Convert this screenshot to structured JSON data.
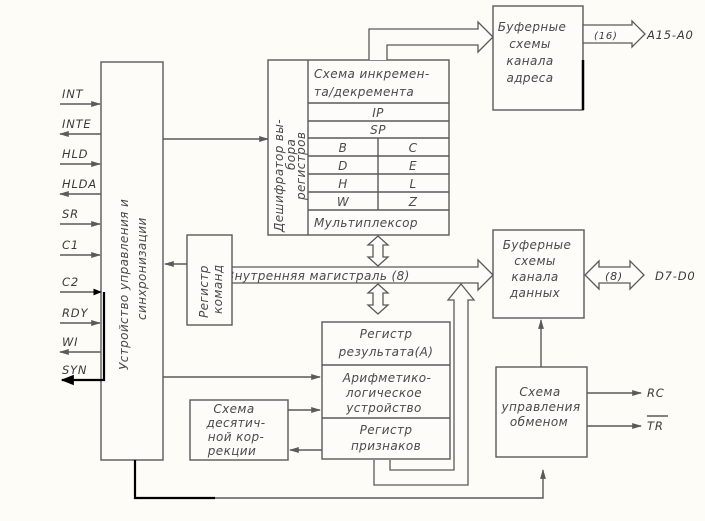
{
  "colors": {
    "line": "#5a5a5a",
    "text": "#4a4a4a",
    "paper": "#fefcf6",
    "highlight": "#000000"
  },
  "control_unit": {
    "label_line1": "Устройство управления и",
    "label_line2": "синхронизации",
    "inputs": [
      {
        "name": "INT",
        "direction": "in"
      },
      {
        "name": "INTE",
        "direction": "out"
      },
      {
        "name": "HLD",
        "direction": "in"
      },
      {
        "name": "HLDA",
        "direction": "out"
      },
      {
        "name": "SR",
        "direction": "in"
      },
      {
        "name": "C1",
        "direction": "in"
      },
      {
        "name": "C2",
        "direction": "in"
      },
      {
        "name": "RDY",
        "direction": "in"
      },
      {
        "name": "WI",
        "direction": "out"
      },
      {
        "name": "SYN",
        "direction": "out"
      }
    ]
  },
  "register_block": {
    "decoder_line1": "Дешифратор вы-",
    "decoder_line2": "бора",
    "decoder_line3": "регистров",
    "incrementer_line1": "Схема инкремен-",
    "incrementer_line2": "та/декремента",
    "ip": "IP",
    "sp": "SP",
    "pairs": [
      {
        "left": "B",
        "right": "C"
      },
      {
        "left": "D",
        "right": "E"
      },
      {
        "left": "H",
        "right": "L"
      },
      {
        "left": "W",
        "right": "Z"
      }
    ],
    "multiplexer": "Мультиплексор"
  },
  "address_buffer": {
    "line1": "Буферные",
    "line2": "схемы",
    "line3": "канала",
    "line4": "адреса",
    "bus_width": "(16)",
    "output": "A15-A0"
  },
  "data_buffer": {
    "line1": "Буферные",
    "line2": "схемы",
    "line3": "канала",
    "line4": "данных",
    "bus_width": "(8)",
    "output": "D7-D0"
  },
  "internal_bus": {
    "label": "Внутренняя магистраль (8)"
  },
  "instruction_register": {
    "line1": "Регистр",
    "line2": "команд"
  },
  "alu_block": {
    "accumulator_line1": "Регистр",
    "accumulator_line2": "результата(A)",
    "alu_line1": "Арифметико-",
    "alu_line2": "логическое",
    "alu_line3": "устройство",
    "flags_line1": "Регистр",
    "flags_line2": "признаков"
  },
  "decimal_correction": {
    "line1": "Схема",
    "line2": "десятич-",
    "line3": "ной кор-",
    "line4": "рекции"
  },
  "exchange_control": {
    "line1": "Схема",
    "line2": "управления",
    "line3": "обменом",
    "outputs": [
      "RC",
      "TR"
    ]
  }
}
